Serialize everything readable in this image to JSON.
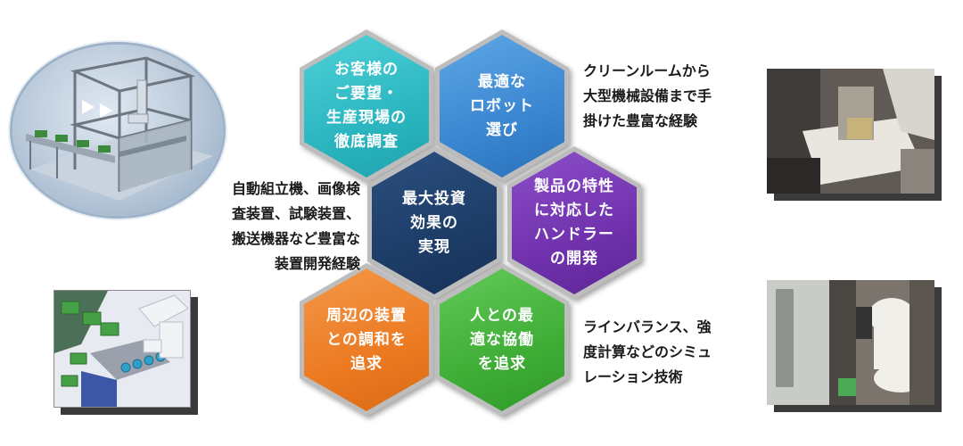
{
  "hexagons": [
    {
      "id": "hex-1",
      "lines": [
        "お客様の",
        "ご要望・",
        "生産現場の",
        "徹底調査"
      ],
      "color": "#2bb6c0"
    },
    {
      "id": "hex-2",
      "lines": [
        "最適な",
        "ロボット",
        "選び"
      ],
      "color": "#3a86d0"
    },
    {
      "id": "hex-3",
      "lines": [
        "最大投資",
        "効果の",
        "実現"
      ],
      "color": "#1d3d68"
    },
    {
      "id": "hex-4",
      "lines": [
        "製品の特性",
        "に対応した",
        "ハンドラー",
        "の開発"
      ],
      "color": "#7032ad"
    },
    {
      "id": "hex-5",
      "lines": [
        "周辺の装置",
        "との調和を",
        "追求"
      ],
      "color": "#ec7a22"
    },
    {
      "id": "hex-6",
      "lines": [
        "人との最",
        "適な協働",
        "を追求"
      ],
      "color": "#3fae36"
    }
  ],
  "side_texts": {
    "right_top": [
      "クリーンルームから",
      "大型機械設備まで手",
      "掛けた豊富な経験"
    ],
    "left_mid": [
      "自動組立機、画像検",
      "査装置、試験装置、",
      "搬送機器など豊富な",
      "装置開発経験"
    ],
    "right_bottom": [
      "ラインバランス、強",
      "度計算などのシミュ",
      "レーション技術"
    ]
  },
  "images": {
    "top_left": "machine-cad-illustration",
    "bottom_left": "robot-simulation-illustration",
    "top_right": "robot-cell-photo",
    "bottom_right": "industrial-robot-photo"
  }
}
